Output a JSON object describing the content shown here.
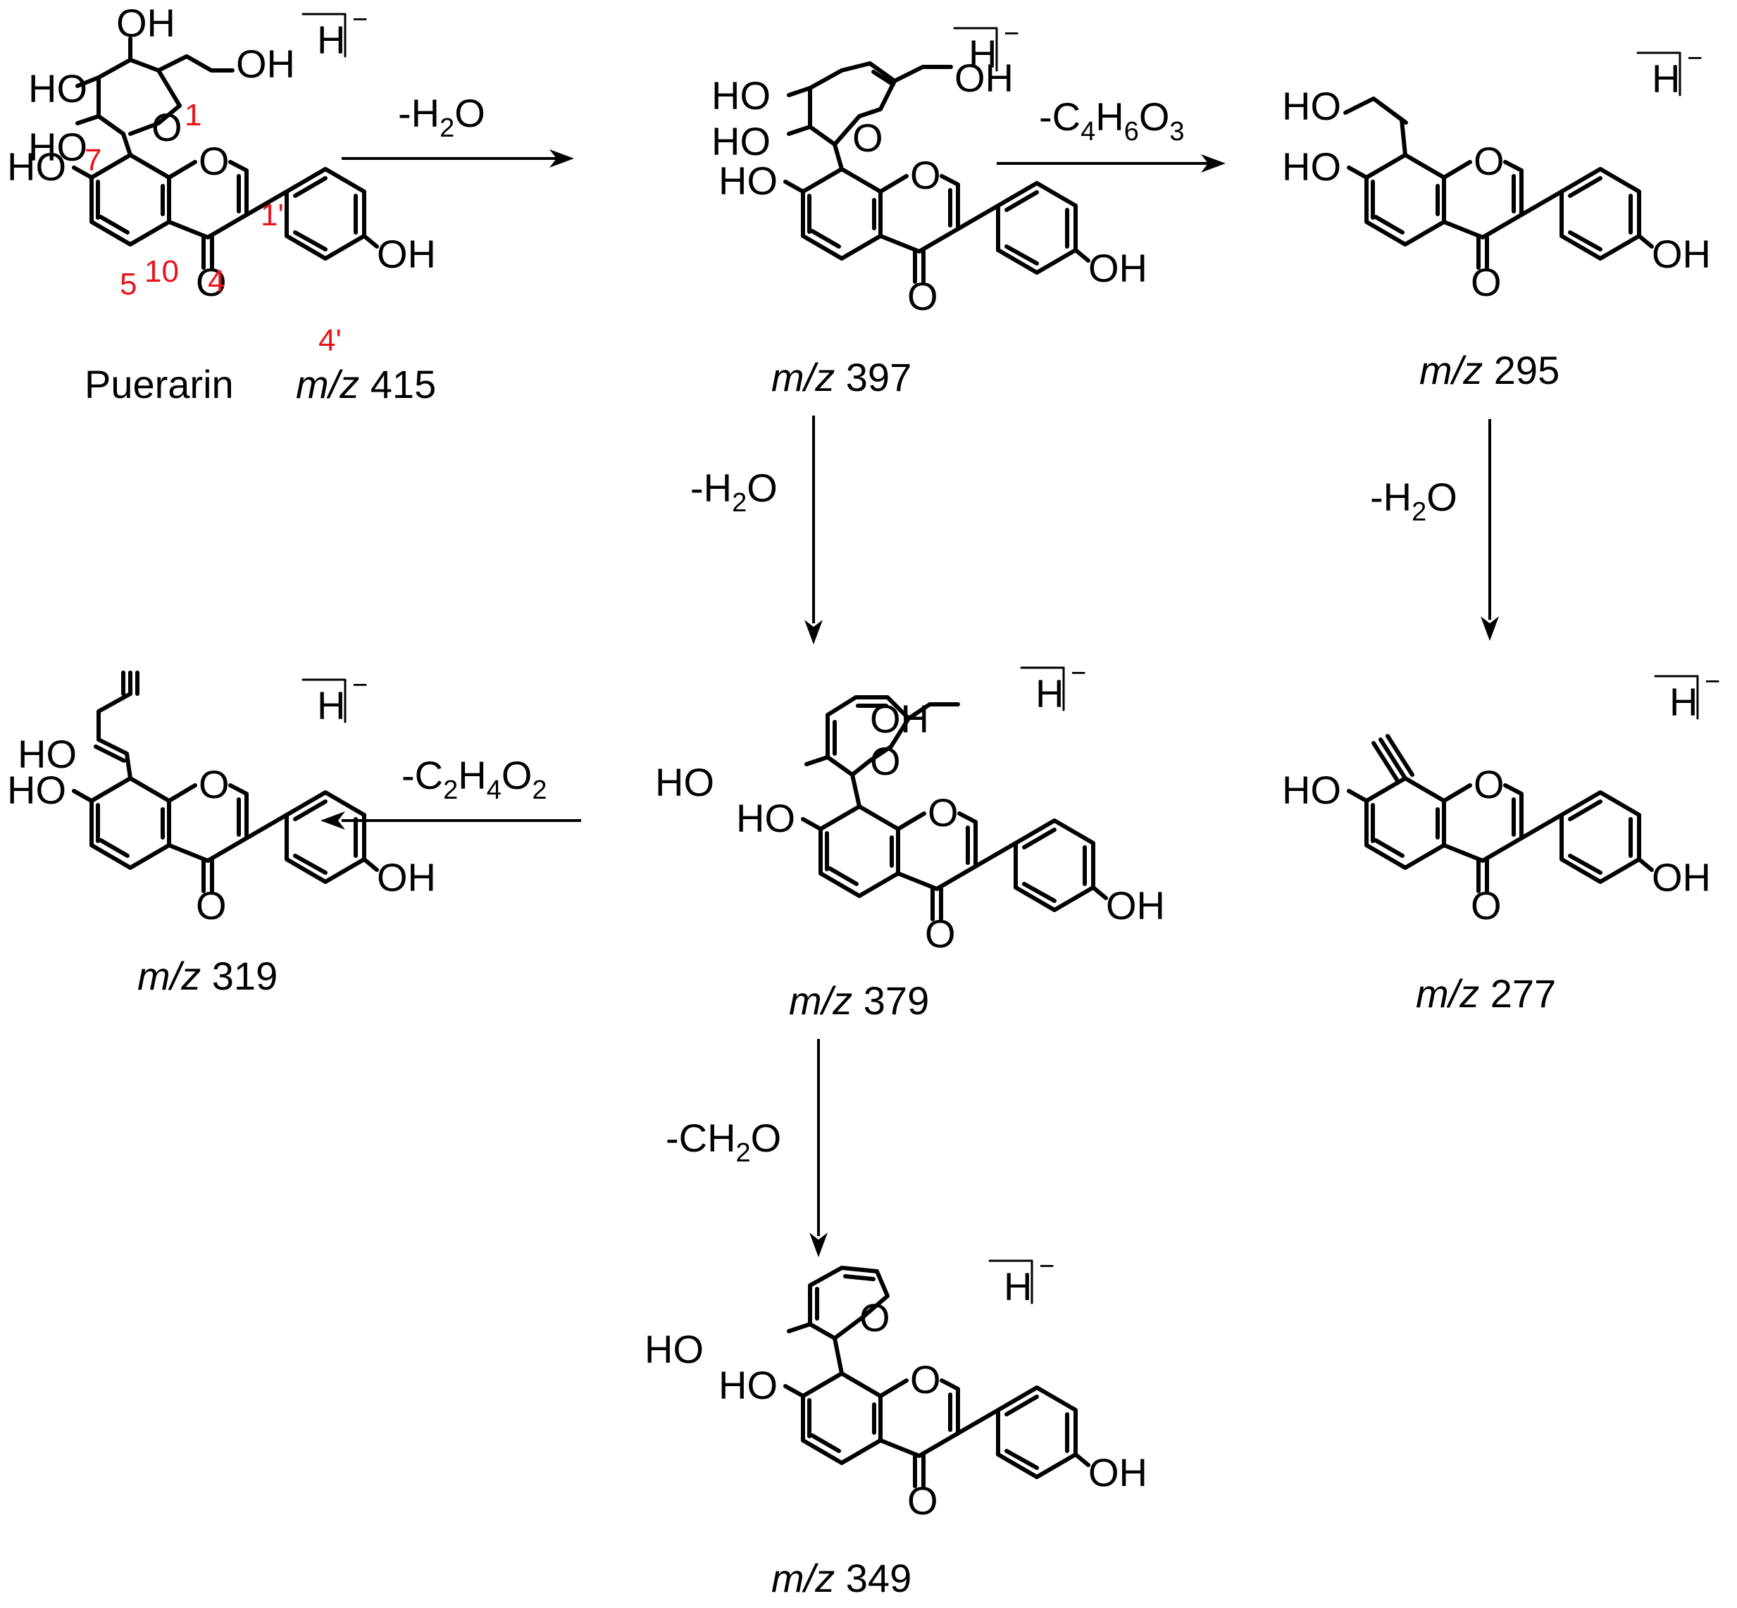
{
  "compounds": [
    {
      "id": "c415",
      "name": "Puerarin",
      "mz_prefix": "m/z",
      "mz_value": "415"
    },
    {
      "id": "c397",
      "mz_prefix": "m/z",
      "mz_value": "397"
    },
    {
      "id": "c295",
      "mz_prefix": "m/z",
      "mz_value": "295"
    },
    {
      "id": "c379",
      "mz_prefix": "m/z",
      "mz_value": "379"
    },
    {
      "id": "c319",
      "mz_prefix": "m/z",
      "mz_value": "319"
    },
    {
      "id": "c277",
      "mz_prefix": "m/z",
      "mz_value": "277"
    },
    {
      "id": "c349",
      "mz_prefix": "m/z",
      "mz_value": "349"
    }
  ],
  "ion_bracket": {
    "symbol": "H",
    "charge": "−"
  },
  "atoms": {
    "hydroxyl": "HO",
    "hydroxyl_right": "OH",
    "oxygen": "O"
  },
  "numbering": [
    "1",
    "7",
    "1'",
    "5",
    "10",
    "4",
    "4'"
  ],
  "losses": [
    {
      "id": "l1",
      "from": "415",
      "to": "397",
      "text": "-H",
      "sub": "2",
      "text2": "O"
    },
    {
      "id": "l2",
      "from": "397",
      "to": "295",
      "text": "-C",
      "sub": "4",
      "text2": "H",
      "sub2": "6",
      "text3": "O",
      "sub3": "3"
    },
    {
      "id": "l3",
      "from": "397",
      "to": "379",
      "text": "-H",
      "sub": "2",
      "text2": "O"
    },
    {
      "id": "l4",
      "from": "295",
      "to": "277",
      "text": "-H",
      "sub": "2",
      "text2": "O"
    },
    {
      "id": "l5",
      "from": "379",
      "to": "319",
      "text": "-C",
      "sub": "2",
      "text2": "H",
      "sub2": "4",
      "text3": "O",
      "sub3": "2"
    },
    {
      "id": "l6",
      "from": "379",
      "to": "349",
      "text": "-CH",
      "sub": "2",
      "text2": "O"
    }
  ]
}
